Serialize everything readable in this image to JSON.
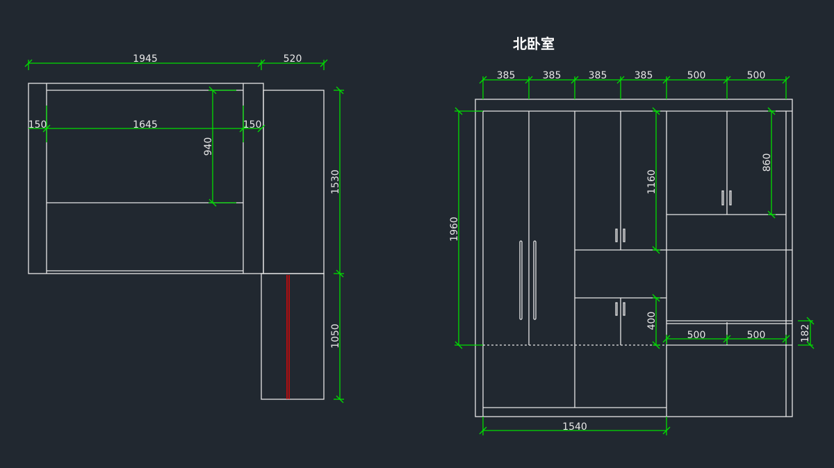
{
  "title": "北卧室",
  "left_view": {
    "dims": {
      "top_total": "1945",
      "top_side": "520",
      "inner_left": "150",
      "inner_width": "1645",
      "inner_right": "150",
      "inner_height": "940",
      "right_upper": "1530",
      "right_lower": "1050"
    }
  },
  "right_view": {
    "dims": {
      "top_1": "385",
      "top_2": "385",
      "top_3": "385",
      "top_4": "385",
      "top_5": "500",
      "top_6": "500",
      "height_total": "1960",
      "upper_cab": "1160",
      "right_upper": "860",
      "mid_cab": "400",
      "drawer_1": "500",
      "drawer_2": "500",
      "drawer_h": "182",
      "bottom": "1540"
    }
  },
  "colors": {
    "background": "#212830",
    "lines": "#e8e8e8",
    "dimensions": "#00dd00",
    "accent": "#ff0000"
  }
}
